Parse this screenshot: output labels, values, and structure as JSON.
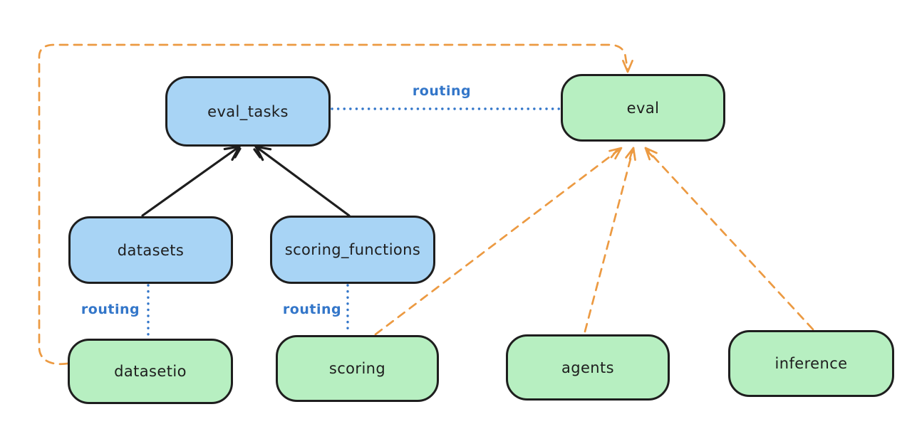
{
  "colors": {
    "background": "#ffffff",
    "stroke": "#1e1e1e",
    "blue_fill": "#a8d4f5",
    "green_fill": "#b7efc1",
    "orange": "#ec9a42",
    "routing_blue": "#3376c9"
  },
  "nodes": [
    {
      "id": "eval_tasks",
      "label": "eval_tasks",
      "color": "blue"
    },
    {
      "id": "eval",
      "label": "eval",
      "color": "green"
    },
    {
      "id": "datasets",
      "label": "datasets",
      "color": "blue"
    },
    {
      "id": "scoring_functions",
      "label": "scoring_functions",
      "color": "blue"
    },
    {
      "id": "datasetio",
      "label": "datasetio",
      "color": "green"
    },
    {
      "id": "scoring",
      "label": "scoring",
      "color": "green"
    },
    {
      "id": "agents",
      "label": "agents",
      "color": "green"
    },
    {
      "id": "inference",
      "label": "inference",
      "color": "green"
    }
  ],
  "edge_labels": [
    {
      "text": "routing"
    },
    {
      "text": "routing"
    },
    {
      "text": "routing"
    }
  ],
  "edges": [
    {
      "from": "datasets",
      "to": "eval_tasks",
      "style": "solid-arrow",
      "color": "black"
    },
    {
      "from": "scoring_functions",
      "to": "eval_tasks",
      "style": "solid-arrow",
      "color": "black"
    },
    {
      "from": "eval_tasks",
      "to": "eval",
      "style": "dotted",
      "color": "blue",
      "label": "routing"
    },
    {
      "from": "datasets",
      "to": "datasetio",
      "style": "dotted",
      "color": "blue",
      "label": "routing"
    },
    {
      "from": "scoring_functions",
      "to": "scoring",
      "style": "dotted",
      "color": "blue",
      "label": "routing"
    },
    {
      "from": "datasetio",
      "to": "eval",
      "style": "dashed-arrow",
      "color": "orange"
    },
    {
      "from": "scoring",
      "to": "eval",
      "style": "dashed-arrow",
      "color": "orange"
    },
    {
      "from": "agents",
      "to": "eval",
      "style": "dashed-arrow",
      "color": "orange"
    },
    {
      "from": "inference",
      "to": "eval",
      "style": "dashed-arrow",
      "color": "orange"
    }
  ]
}
